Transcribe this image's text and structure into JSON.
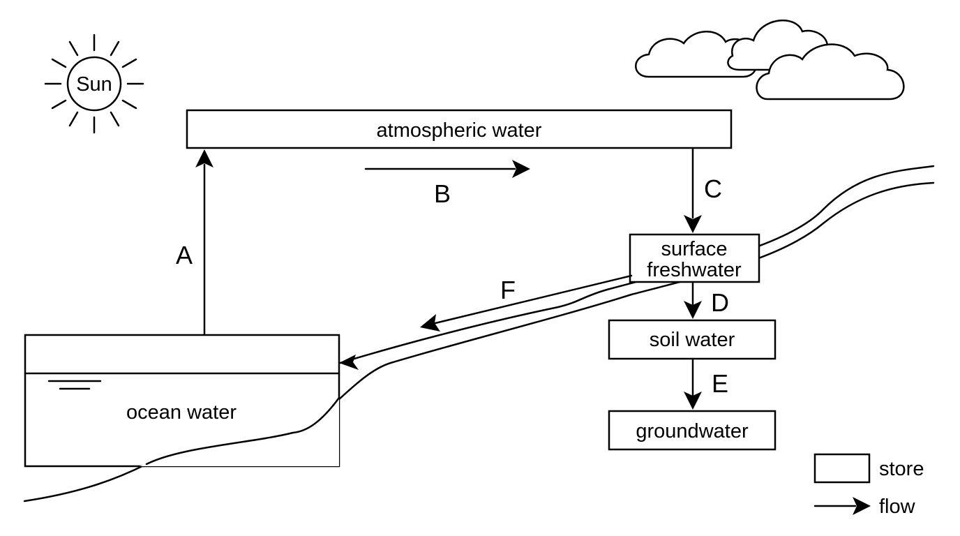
{
  "diagram": {
    "sun": {
      "label": "Sun"
    },
    "stores": {
      "atmospheric": "atmospheric water",
      "surface_line1": "surface",
      "surface_line2": "freshwater",
      "soil": "soil water",
      "ground": "groundwater",
      "ocean": "ocean water"
    },
    "flows": {
      "a": "A",
      "b": "B",
      "c": "C",
      "d": "D",
      "e": "E",
      "f": "F"
    },
    "legend": {
      "store": "store",
      "flow": "flow"
    }
  }
}
